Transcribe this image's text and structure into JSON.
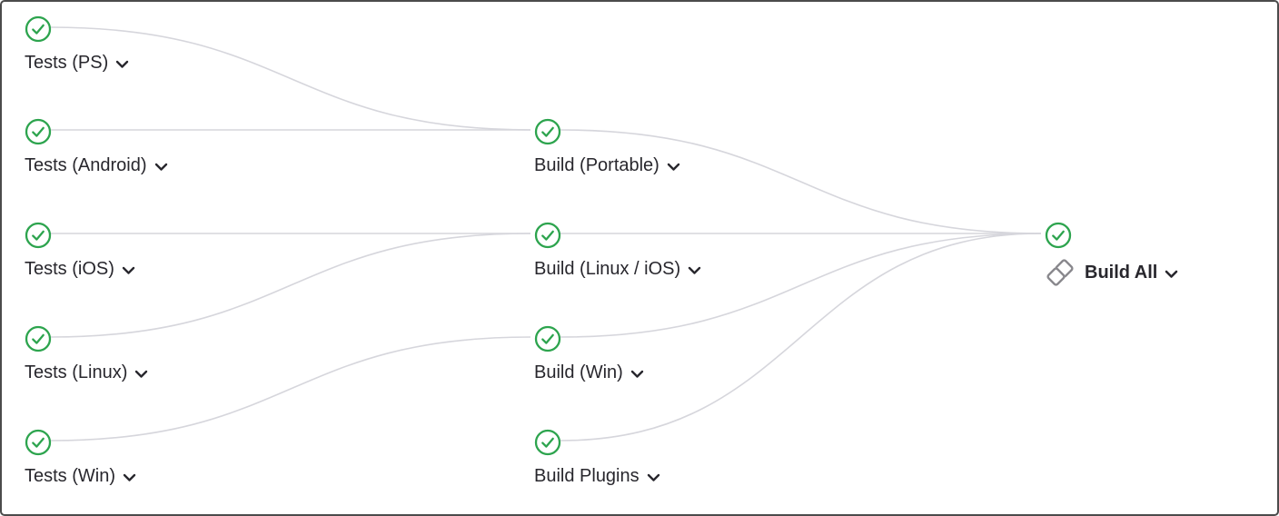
{
  "colors": {
    "success_green": "#2da44e",
    "edge_gray": "#d6d6dc",
    "text": "#28272d",
    "icon_gray": "#89888d",
    "frame_border": "#4b4b4b"
  },
  "pipeline": {
    "stages": [
      {
        "jobs": [
          {
            "label": "Tests (PS)",
            "status": "success"
          },
          {
            "label": "Tests (Android)",
            "status": "success"
          },
          {
            "label": "Tests (iOS)",
            "status": "success"
          },
          {
            "label": "Tests (Linux)",
            "status": "success"
          },
          {
            "label": "Tests (Win)",
            "status": "success"
          }
        ]
      },
      {
        "jobs": [
          {
            "label": "Build (Portable)",
            "status": "success"
          },
          {
            "label": "Build (Linux / iOS)",
            "status": "success"
          },
          {
            "label": "Build (Win)",
            "status": "success"
          },
          {
            "label": "Build Plugins",
            "status": "success"
          }
        ]
      },
      {
        "jobs": [
          {
            "label": "Build All",
            "status": "success",
            "icon": "stacked-diamonds"
          }
        ]
      }
    ],
    "edges": [
      {
        "from": "Tests (PS)",
        "to": "Build (Portable)"
      },
      {
        "from": "Tests (Android)",
        "to": "Build (Portable)"
      },
      {
        "from": "Tests (iOS)",
        "to": "Build (Linux / iOS)"
      },
      {
        "from": "Tests (Linux)",
        "to": "Build (Linux / iOS)"
      },
      {
        "from": "Tests (Win)",
        "to": "Build (Win)"
      },
      {
        "from": "Build (Portable)",
        "to": "Build All"
      },
      {
        "from": "Build (Linux / iOS)",
        "to": "Build All"
      },
      {
        "from": "Build (Win)",
        "to": "Build All"
      },
      {
        "from": "Build Plugins",
        "to": "Build All"
      }
    ]
  }
}
